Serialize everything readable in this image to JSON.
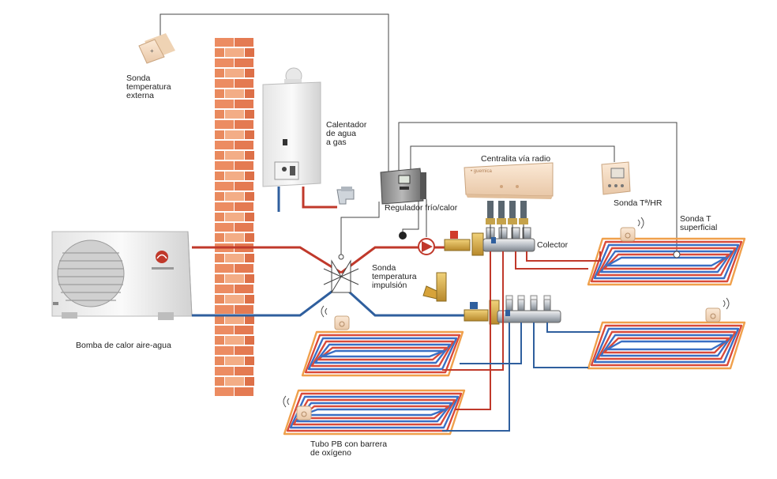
{
  "labels": {
    "outdoor_sensor": [
      "Sonda",
      "temperatura",
      "externa"
    ],
    "water_heater": [
      "Calentador",
      "de agua",
      "a gas"
    ],
    "radio_unit": "Centralita vía radio",
    "regulator": "Regulador frío/calor",
    "sonda_thr": "Sonda Tª/HR",
    "sonda_surface": [
      "Sonda T",
      "superficial"
    ],
    "collector": "Colector",
    "flow_sensor": [
      "Sonda",
      "temperatura",
      "impulsión"
    ],
    "heat_pump": "Bomba de calor aire-agua",
    "pipe": [
      "Tubo PB con barrera",
      "de oxígeno"
    ]
  },
  "colors": {
    "supply_pipe": "#c0392b",
    "return_pipe": "#2f5f9e",
    "floor_red": "#d94a3a",
    "floor_blue": "#3a6fc4",
    "floor_orange": "#f0a04b",
    "brick": "#e8835a",
    "cable": "#444444"
  }
}
